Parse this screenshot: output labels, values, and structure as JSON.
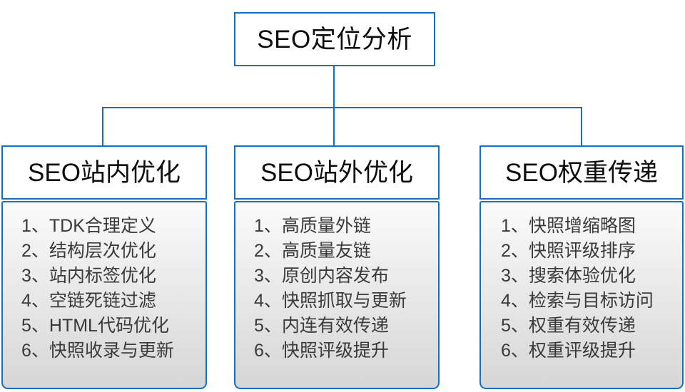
{
  "diagram": {
    "root": {
      "label": "SEO定位分析"
    },
    "columns": [
      {
        "header": "SEO站内优化",
        "items": [
          {
            "index": "1、",
            "text": "TDK合理定义"
          },
          {
            "index": "2、",
            "text": "结构层次优化"
          },
          {
            "index": "3、",
            "text": "站内标签优化"
          },
          {
            "index": "4、",
            "text": "空链死链过滤"
          },
          {
            "index": "5、",
            "text": "HTML代码优化"
          },
          {
            "index": "6、",
            "text": "快照收录与更新"
          }
        ]
      },
      {
        "header": "SEO站外优化",
        "items": [
          {
            "index": "1、",
            "text": "高质量外链"
          },
          {
            "index": "2、",
            "text": "高质量友链"
          },
          {
            "index": "3、",
            "text": "原创内容发布"
          },
          {
            "index": "4、",
            "text": "快照抓取与更新"
          },
          {
            "index": "5、",
            "text": "内连有效传递"
          },
          {
            "index": "6、",
            "text": "快照评级提升"
          }
        ]
      },
      {
        "header": "SEO权重传递",
        "items": [
          {
            "index": "1、",
            "text": "快照增缩略图"
          },
          {
            "index": "2、",
            "text": "快照评级排序"
          },
          {
            "index": "3、",
            "text": "搜索体验优化"
          },
          {
            "index": "4、",
            "text": "检索与目标访问"
          },
          {
            "index": "5、",
            "text": "权重有效传递"
          },
          {
            "index": "6、",
            "text": "权重评级提升"
          }
        ]
      }
    ],
    "colors": {
      "border": "#1470be",
      "root_text": "#0d0d0d",
      "item_text": "#3a3a3a",
      "panel_top": "#fbfbfb",
      "panel_bottom": "#d6d6d6",
      "background": "#ffffff"
    }
  }
}
